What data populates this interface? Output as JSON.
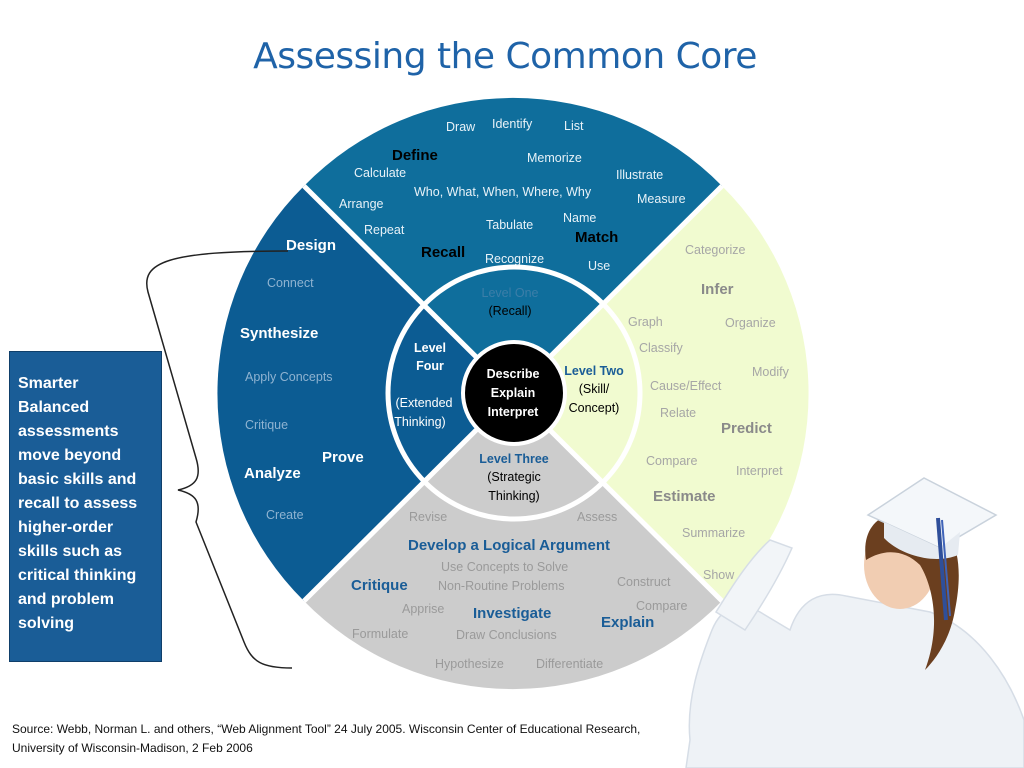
{
  "title": "Assessing the Common Core",
  "callout": "Smarter Balanced assessments move beyond basic skills and recall to assess higher-order skills such as critical thinking and problem solving",
  "source": "Source: Webb, Norman L. and others, “Web Alignment Tool” 24 July 2005. Wisconsin Center of Educational Research, University of Wisconsin-Madison, 2 Feb 2006",
  "colors": {
    "recall": "#0f6e9c",
    "skill": "#f1fbd0",
    "strategic": "#cccccc",
    "extended": "#0c5c93",
    "center": "#000000"
  },
  "center": {
    "line1": "Describe",
    "line2": "Explain",
    "line3": "Interpret"
  },
  "levels": {
    "one": {
      "title": "Level One",
      "sub": "(Recall)"
    },
    "two": {
      "title": "Level Two",
      "sub1": "(Skill/",
      "sub2": "Concept)"
    },
    "three": {
      "title": "Level Three",
      "sub1": "(Strategic",
      "sub2": "Thinking)"
    },
    "four": {
      "title1": "Level",
      "title2": "Four",
      "sub1": "(Extended",
      "sub2": "Thinking)"
    }
  },
  "recall_words": {
    "draw": "Draw",
    "identify": "Identify",
    "list": "List",
    "define": "Define",
    "memorize": "Memorize",
    "calculate": "Calculate",
    "illustrate": "Illustrate",
    "who": "Who, What, When, Where, Why",
    "measure": "Measure",
    "arrange": "Arrange",
    "name": "Name",
    "repeat": "Repeat",
    "tabulate": "Tabulate",
    "match": "Match",
    "recall": "Recall",
    "recognize": "Recognize",
    "use": "Use"
  },
  "skill_words": {
    "categorize": "Categorize",
    "infer": "Infer",
    "graph": "Graph",
    "organize": "Organize",
    "classify": "Classify",
    "modify": "Modify",
    "cause": "Cause/Effect",
    "relate": "Relate",
    "predict": "Predict",
    "compare": "Compare",
    "interpret": "Interpret",
    "estimate": "Estimate",
    "summarize": "Summarize",
    "show": "Show"
  },
  "strategic_words": {
    "revise": "Revise",
    "assess": "Assess",
    "develop": "Develop a Logical Argument",
    "use_concepts": "Use Concepts to Solve",
    "non_routine": "Non-Routine Problems",
    "critique": "Critique",
    "construct": "Construct",
    "compare": "Compare",
    "apprise": "Apprise",
    "investigate": "Investigate",
    "explain": "Explain",
    "formulate": "Formulate",
    "draw_conclusions": "Draw Conclusions",
    "hypothesize": "Hypothesize",
    "differentiate": "Differentiate"
  },
  "extended_words": {
    "design": "Design",
    "connect": "Connect",
    "synthesize": "Synthesize",
    "apply": "Apply Concepts",
    "critique": "Critique",
    "prove": "Prove",
    "analyze": "Analyze",
    "create": "Create"
  }
}
